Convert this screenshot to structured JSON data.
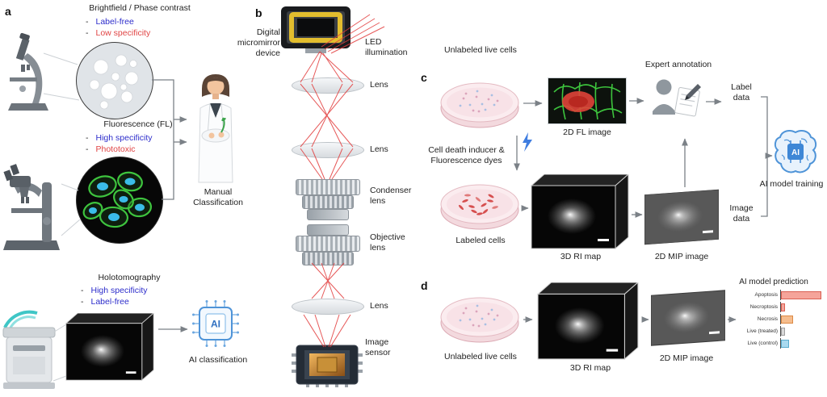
{
  "meta": {
    "dash": "-"
  },
  "panels": {
    "a": {
      "label": "a",
      "brightfield": {
        "title": "Brightfield / Phase contrast",
        "bullets": [
          {
            "text": "Label-free",
            "style": "color:#2d2dcb"
          },
          {
            "text": "Low specificity",
            "style": "color:#e04545"
          }
        ]
      },
      "fluorescence": {
        "title": "Fluorescence (FL)",
        "bullets": [
          {
            "text": "High specificity",
            "style": "color:#2d2dcb"
          },
          {
            "text": "Phototoxic",
            "style": "color:#e04545"
          }
        ]
      },
      "holotomography": {
        "title": "Holotomography",
        "bullets": [
          {
            "text": "High specificity",
            "style": "color:#2d2dcb"
          },
          {
            "text": "Label-free",
            "style": "color:#2d2dcb"
          }
        ]
      },
      "manual_classification": "Manual Classification",
      "ai_classification": "AI classification",
      "ai_chip_label": "AI"
    },
    "b": {
      "label": "b",
      "dmd": "Digital micromirror device",
      "led": "LED illumination",
      "lens_top": "Lens",
      "lens_mid": "Lens",
      "condenser": "Condenser lens",
      "objective": "Objective lens",
      "lens_bottom": "Lens",
      "image_sensor": "Image sensor"
    },
    "c": {
      "label": "c",
      "unlabeled_cells": "Unlabeled live cells",
      "inducer": "Cell death inducer & Fluorescence dyes",
      "labeled_cells": "Labeled cells",
      "fl_image": "2D FL image",
      "expert_annotation": "Expert annotation",
      "label_data": "Label data",
      "ri_map": "3D RI map",
      "mip_image": "2D MIP image",
      "image_data": "Image data",
      "ai_training": "AI model training",
      "ai_chip_label": "AI"
    },
    "d": {
      "label": "d",
      "unlabeled_cells": "Unlabeled live cells",
      "ri_map": "3D RI map",
      "mip_image": "2D MIP image",
      "chart": {
        "type": "bar",
        "title": "AI model prediction",
        "categories": [
          "Apoptosis",
          "Necroptosis",
          "Necrosis",
          "Live (treated)",
          "Live (control)"
        ],
        "values": [
          0.92,
          0.05,
          0.25,
          0.05,
          0.15
        ],
        "xlim": [
          0,
          1
        ],
        "colors": [
          "#f5a49a",
          "#f5a49a",
          "#f5bd8e",
          "#d9d9d9",
          "#a9d9ef"
        ],
        "border_colors": [
          "#d95f52",
          "#d95f52",
          "#dd8a45",
          "#9e9e9e",
          "#5aaccd"
        ],
        "legend": "none",
        "grid": false
      }
    }
  }
}
